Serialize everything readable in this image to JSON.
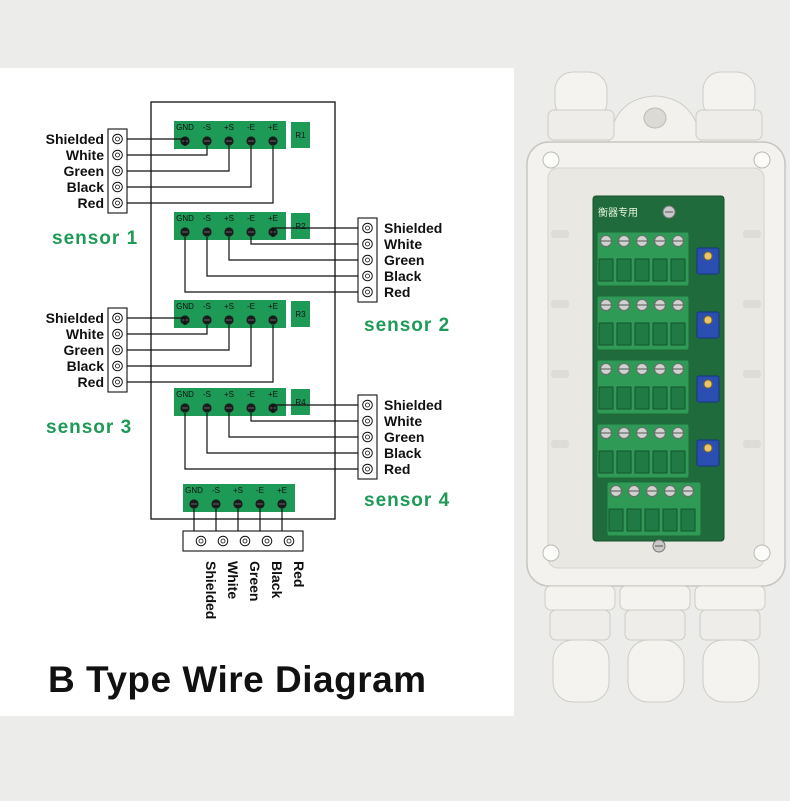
{
  "title": "B Type Wire Diagram",
  "terminal_labels": [
    "GND",
    "-S",
    "+S",
    "-E",
    "+E"
  ],
  "resistor_labels": [
    "R1",
    "R2",
    "R3",
    "R4"
  ],
  "wire_colors": [
    "Shielded",
    "White",
    "Green",
    "Black",
    "Red"
  ],
  "sensors": [
    "sensor 1",
    "sensor 2",
    "sensor 3",
    "sensor 4"
  ],
  "photo": {
    "board_label": "衡器专用"
  },
  "colors": {
    "terminal_green": "#1e9a57",
    "label_green": "#1e9a57",
    "pcb_green": "#1f6b3c",
    "trimmer_blue": "#2a4fb0"
  }
}
